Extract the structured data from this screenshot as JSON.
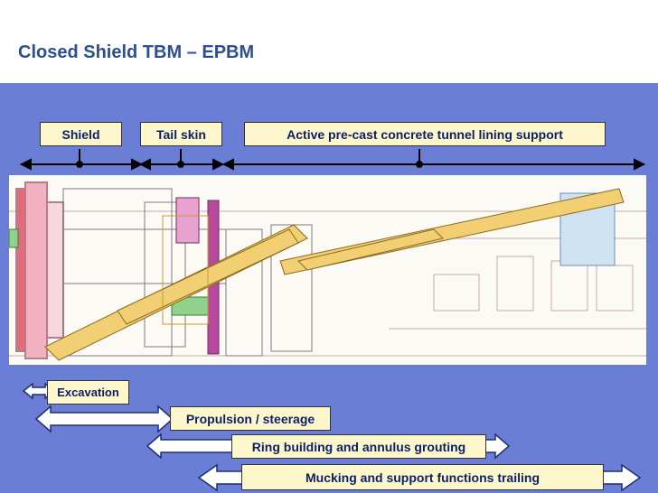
{
  "slide": {
    "title": "Closed Shield TBM – EPBM"
  },
  "top_labels": {
    "shield": "Shield",
    "tail_skin": "Tail skin",
    "active_support": "Active pre-cast concrete tunnel lining support"
  },
  "bottom_labels": {
    "excavation": "Excavation",
    "propulsion": "Propulsion / steerage",
    "ring_building": "Ring building and annulus grouting",
    "mucking": "Mucking and support functions trailing"
  },
  "colors": {
    "panel": "#6a7ed6",
    "label_fill": "#fff7cc",
    "title": "#2e4f8f",
    "conveyor": "#f2cf72",
    "cutterhead": "#e26b7a",
    "arrow_fill": "#ffffff"
  }
}
